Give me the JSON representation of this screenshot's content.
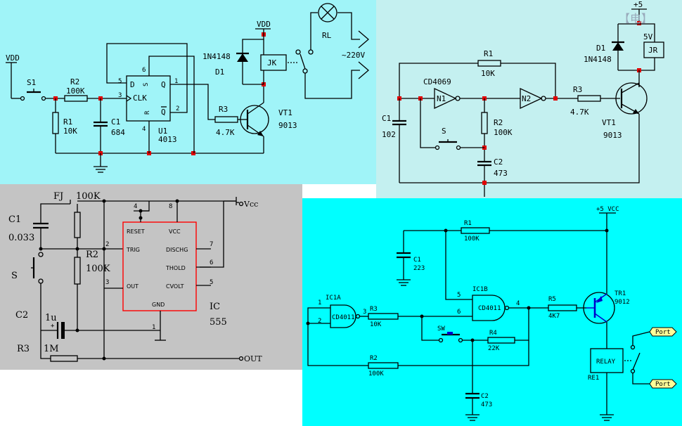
{
  "panels": {
    "p1": {
      "bg": "#a0f4f8"
    },
    "p2": {
      "bg": "#c4f0f0"
    },
    "p3": {
      "bg": "#c4c4c4"
    },
    "p4": {
      "bg": "#00ffff"
    }
  },
  "c1": {
    "vdd_left": "VDD",
    "vdd_top": "VDD",
    "s1": "S1",
    "r2": "R2",
    "r2v": "100K",
    "r1": "R1",
    "r1v": "10K",
    "c1": "C1",
    "c1v": "684",
    "pin5": "5",
    "pin6": "6",
    "pin3": "3",
    "pin1": "1",
    "pin2": "2",
    "pin4": "4",
    "d": "D",
    "s": "S",
    "clk": "CLK",
    "q": "Q",
    "r": "R",
    "qb": "Q",
    "u1": "U1",
    "u1v": "4013",
    "diode": "1N4148",
    "d1": "D1",
    "jk": "JK",
    "r3": "R3",
    "r3v": "4.7K",
    "vt1": "VT1",
    "vt1v": "9013",
    "rl": "RL",
    "ac": "~220V"
  },
  "c2": {
    "plus5": "+5",
    "d1": "D1",
    "diode": "1N4148",
    "v5": "5V",
    "jr": "JR",
    "r1": "R1",
    "r1v": "10K",
    "ic": "CD4069",
    "n1": "N1",
    "n2": "N2",
    "r3": "R3",
    "r3v": "4.7K",
    "c1": "C1",
    "c1v": "102",
    "r2": "R2",
    "r2v": "100K",
    "s": "S",
    "c2": "C2",
    "c2v": "473",
    "vt1": "VT1",
    "vt1v": "9013"
  },
  "c3": {
    "fj": "FJ",
    "r100k": "100K",
    "vcc": "Vcc",
    "c1": "C1",
    "c1v": "0.033",
    "r2": "R2",
    "r2v": "100K",
    "s": "S",
    "c2": "C2",
    "c2v": "1u",
    "r3": "R3",
    "r3v": "1M",
    "pin4": "4",
    "pin8": "8",
    "pin2": "2",
    "pin3": "3",
    "pin7": "7",
    "pin6": "6",
    "pin5": "5",
    "pin1": "1",
    "reset": "RESET",
    "vccpin": "VCC",
    "trig": "TRIG",
    "dischg": "DISCHG",
    "thold": "THOLD",
    "out": "OUT",
    "cvolt": "CVOLT",
    "gnd": "GND",
    "ic": "IC",
    "icv": "555",
    "outlabel": "OUT"
  },
  "c4": {
    "vcc": "+5 VCC",
    "r1": "R1",
    "r1v": "100K",
    "c1": "C1",
    "c1v": "223",
    "ic1a": "IC1A",
    "icname": "CD4011",
    "p1": "1",
    "p2": "2",
    "p3": "3",
    "r3": "R3",
    "r3v": "10K",
    "icb": "IC1B",
    "p5": "5",
    "p6": "6",
    "p4": "4",
    "r5": "R5",
    "r5v": "4K7",
    "tr1": "TR1",
    "tr1v": "9012",
    "sw": "SW",
    "r4": "R4",
    "r4v": "22K",
    "r2": "R2",
    "r2v": "100K",
    "c2": "C2",
    "c2v": "473",
    "relay": "RELAY",
    "re1": "RE1",
    "port1": "Port",
    "port2": "Port"
  }
}
